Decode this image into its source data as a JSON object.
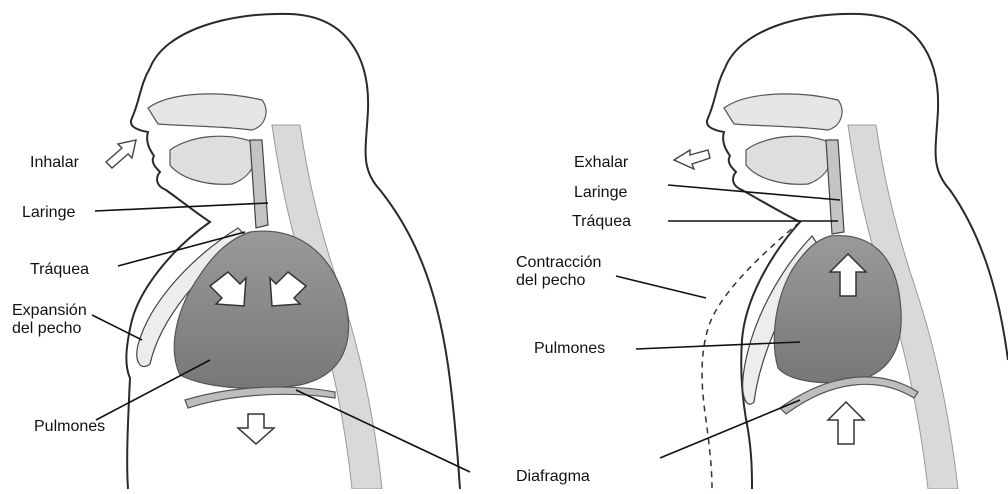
{
  "colors": {
    "outline": "#2a2a2a",
    "skin": "#ffffff",
    "lung": "#8c8c8c",
    "lung_dark": "#6f6f6f",
    "spine": "#d6d6d6",
    "tissue": "#cfcfcf",
    "label_text": "#111111"
  },
  "left_panel": {
    "phase": "inhale",
    "labels": {
      "inhale": "Inhalar",
      "larynx": "Laringe",
      "trachea": "Tráquea",
      "chest_expansion_line1": "Expansión",
      "chest_expansion_line2": "del pecho",
      "lungs": "Pulmones"
    },
    "icons": [
      "inhale-arrow-icon",
      "lung-expansion-arrow-icon",
      "diaphragm-down-arrow-icon"
    ]
  },
  "right_panel": {
    "phase": "exhale",
    "labels": {
      "exhale": "Exhalar",
      "larynx": "Laringe",
      "trachea": "Tráquea",
      "chest_contraction_line1": "Contracción",
      "chest_contraction_line2": "del pecho",
      "lungs": "Pulmones"
    },
    "icons": [
      "exhale-arrow-icon",
      "lung-up-arrow-icon",
      "diaphragm-up-arrow-icon"
    ]
  },
  "shared": {
    "diaphragm": "Diafragma"
  }
}
